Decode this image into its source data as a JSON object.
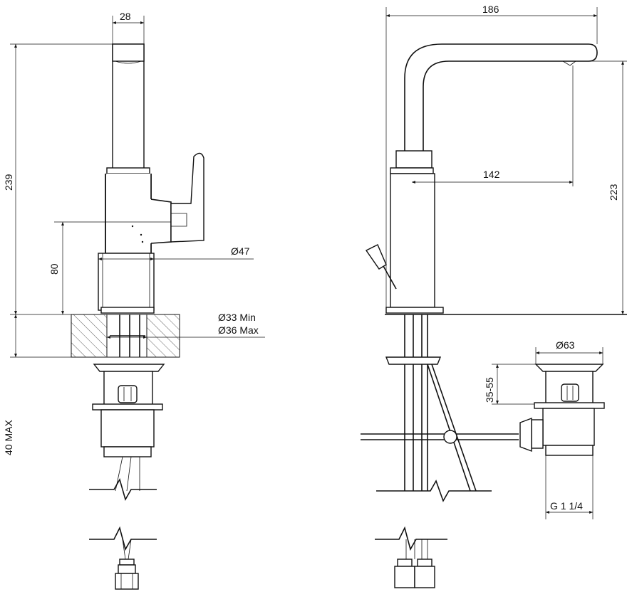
{
  "dimensions": {
    "width_top": "28",
    "height_left": "239",
    "lever_height": "80",
    "body_dia": "Ø47",
    "hole_min": "Ø33 Min",
    "hole_max": "Ø36 Max",
    "deck_max": "40 MAX",
    "reach": "186",
    "spout_reach": "142",
    "spout_height": "223",
    "waste_dia": "Ø63",
    "waste_range": "35-55",
    "thread": "G 1 1/4"
  }
}
